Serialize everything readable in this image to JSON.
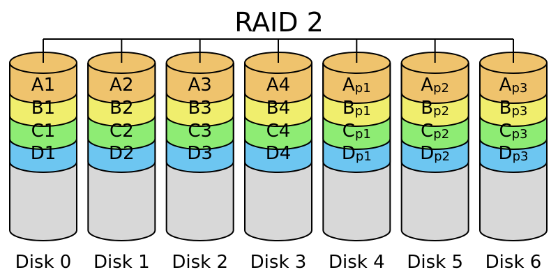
{
  "title": "RAID 2",
  "colors": {
    "band_a": "#EFC36D",
    "band_b": "#F0EE6D",
    "band_c": "#8EEC74",
    "band_d": "#6DC6F1",
    "body": "#D8D8D8",
    "outline": "#000000",
    "background": "#FFFFFF"
  },
  "disks": [
    {
      "name": "Disk 0",
      "blocks": [
        {
          "base": "A1",
          "sub": ""
        },
        {
          "base": "B1",
          "sub": ""
        },
        {
          "base": "C1",
          "sub": ""
        },
        {
          "base": "D1",
          "sub": ""
        }
      ]
    },
    {
      "name": "Disk 1",
      "blocks": [
        {
          "base": "A2",
          "sub": ""
        },
        {
          "base": "B2",
          "sub": ""
        },
        {
          "base": "C2",
          "sub": ""
        },
        {
          "base": "D2",
          "sub": ""
        }
      ]
    },
    {
      "name": "Disk 2",
      "blocks": [
        {
          "base": "A3",
          "sub": ""
        },
        {
          "base": "B3",
          "sub": ""
        },
        {
          "base": "C3",
          "sub": ""
        },
        {
          "base": "D3",
          "sub": ""
        }
      ]
    },
    {
      "name": "Disk 3",
      "blocks": [
        {
          "base": "A4",
          "sub": ""
        },
        {
          "base": "B4",
          "sub": ""
        },
        {
          "base": "C4",
          "sub": ""
        },
        {
          "base": "D4",
          "sub": ""
        }
      ]
    },
    {
      "name": "Disk 4",
      "blocks": [
        {
          "base": "A",
          "sub": "p1"
        },
        {
          "base": "B",
          "sub": "p1"
        },
        {
          "base": "C",
          "sub": "p1"
        },
        {
          "base": "D",
          "sub": "p1"
        }
      ]
    },
    {
      "name": "Disk 5",
      "blocks": [
        {
          "base": "A",
          "sub": "p2"
        },
        {
          "base": "B",
          "sub": "p2"
        },
        {
          "base": "C",
          "sub": "p2"
        },
        {
          "base": "D",
          "sub": "p2"
        }
      ]
    },
    {
      "name": "Disk 6",
      "blocks": [
        {
          "base": "A",
          "sub": "p3"
        },
        {
          "base": "B",
          "sub": "p3"
        },
        {
          "base": "C",
          "sub": "p3"
        },
        {
          "base": "D",
          "sub": "p3"
        }
      ]
    }
  ]
}
